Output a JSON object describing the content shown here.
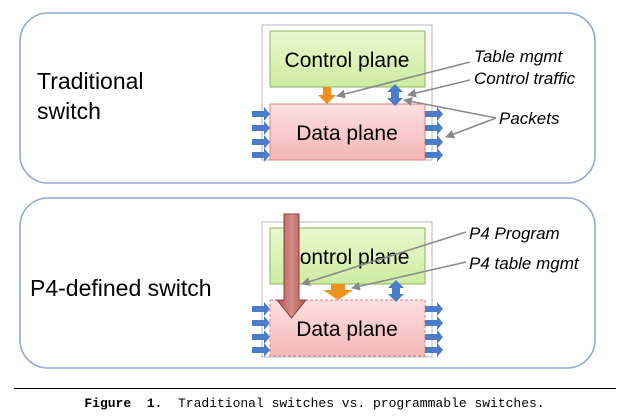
{
  "panels": [
    {
      "label_lines": [
        "Traditional",
        "switch"
      ],
      "control_plane": "Control plane",
      "data_plane": "Data plane",
      "annotations": [
        "Table mgmt",
        "Control traffic",
        "Packets"
      ]
    },
    {
      "label_lines": [
        "P4-defined switch"
      ],
      "control_plane": "Control plane",
      "data_plane": "Data plane",
      "annotations": [
        "P4 Program",
        "P4 table mgmt"
      ]
    }
  ],
  "caption": {
    "prefix": "Figure  1.",
    "text": "Traditional switches vs. programmable switches."
  },
  "colors": {
    "panel_border": "#8fa9d8",
    "control_fill": "#d9f2b4",
    "control_border": "#8cb35a",
    "data_fill": "#f8c8c8",
    "data_border": "#e07f7f",
    "port_arrow": "#4a7cc7",
    "mgmt_arrow": "#f0901e",
    "program_arrow": "#c9716e",
    "pointer_line": "#8a8a8a"
  }
}
